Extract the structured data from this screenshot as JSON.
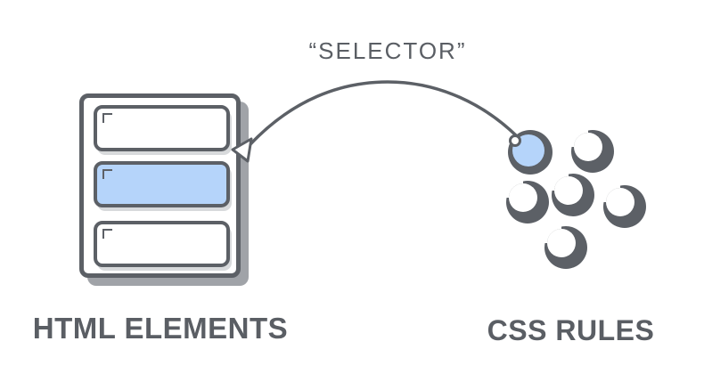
{
  "labels": {
    "selector_annotation": "“SELECTOR”",
    "left_caption": "HTML ELEMENTS",
    "right_caption": "CSS RULES"
  },
  "colors": {
    "stroke": "#5C6066",
    "text": "#5A5E64",
    "highlight_blue": "#B5D4FA",
    "box_shadow": "#A0A3A8",
    "row_shadow": "#D8DADC",
    "background": "#FFFFFF",
    "white": "#FFFFFF"
  },
  "diagram": {
    "left_group": {
      "caption": "HTML ELEMENTS",
      "rows": [
        {
          "highlighted": false
        },
        {
          "highlighted": true
        },
        {
          "highlighted": false
        }
      ]
    },
    "arrow": {
      "label": "“SELECTOR”",
      "from": "highlighted-css-rule-ball",
      "to": "highlighted-html-element-row"
    },
    "right_group": {
      "caption": "CSS RULES",
      "balls": [
        {
          "highlighted": true
        },
        {
          "highlighted": false
        },
        {
          "highlighted": false
        },
        {
          "highlighted": false
        },
        {
          "highlighted": false
        },
        {
          "highlighted": false
        }
      ]
    }
  }
}
